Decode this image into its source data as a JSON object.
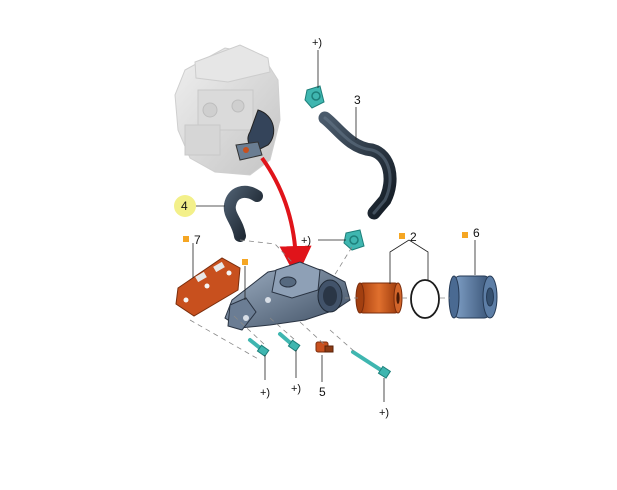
{
  "callouts": {
    "c1": "+)",
    "c2": "3",
    "c3": "4",
    "c4": "+)",
    "c5": "7",
    "c6": "2",
    "c7": "6",
    "c8": "+)",
    "c9": "+)",
    "c10": "5",
    "c11": "+)"
  },
  "colors": {
    "highlight_circle": "#f3f08a",
    "marker_square": "#f5a623",
    "arrow": "#e0141a",
    "teal_part": "#3fb6b0",
    "orange_part": "#c8501e",
    "blue_part": "#6b8fb8",
    "dark_hose": "#1f2a36"
  }
}
